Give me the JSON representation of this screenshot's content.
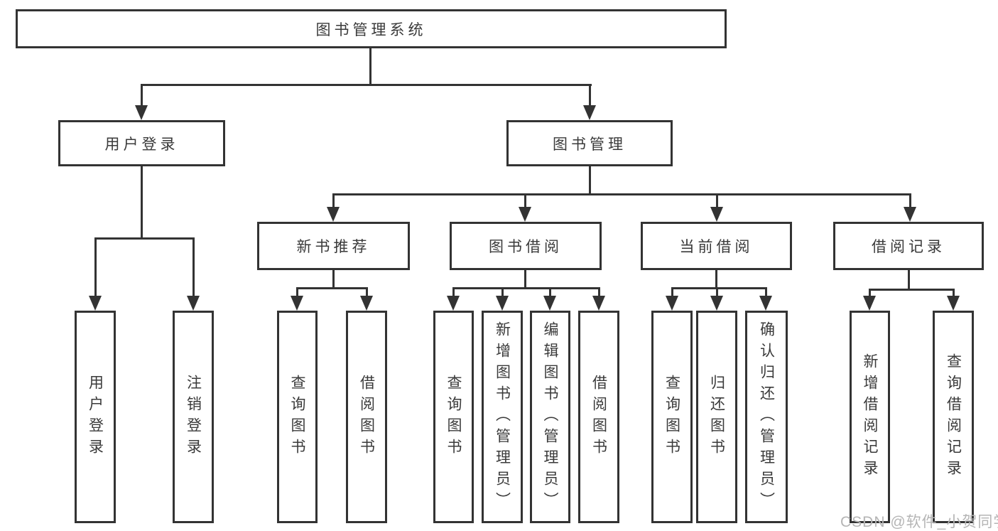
{
  "tree": {
    "label": "图书管理系统",
    "children": [
      {
        "label": "用户登录",
        "children": [
          {
            "label": "用户登录"
          },
          {
            "label": "注销登录"
          }
        ]
      },
      {
        "label": "图书管理",
        "children": [
          {
            "label": "新书推荐",
            "children": [
              {
                "label": "查询图书"
              },
              {
                "label": "借阅图书"
              }
            ]
          },
          {
            "label": "图书借阅",
            "children": [
              {
                "label": "查询图书"
              },
              {
                "label": "新增图书（管理员）"
              },
              {
                "label": "编辑图书（管理员）"
              },
              {
                "label": "借阅图书"
              }
            ]
          },
          {
            "label": "当前借阅",
            "children": [
              {
                "label": "查询图书"
              },
              {
                "label": "归还图书"
              },
              {
                "label": "确认归还（管理员）"
              }
            ]
          },
          {
            "label": "借阅记录",
            "children": [
              {
                "label": "新增借阅记录"
              },
              {
                "label": "查询借阅记录"
              }
            ]
          }
        ]
      }
    ]
  },
  "watermark": "CSDN @软件_小贺同学",
  "colors": {
    "line": "#333333",
    "box_border": "#333333",
    "box_background": "#ffffff",
    "text": "#3a3a3a",
    "watermark": "#b5b5b5",
    "page_background": "#ffffff"
  }
}
